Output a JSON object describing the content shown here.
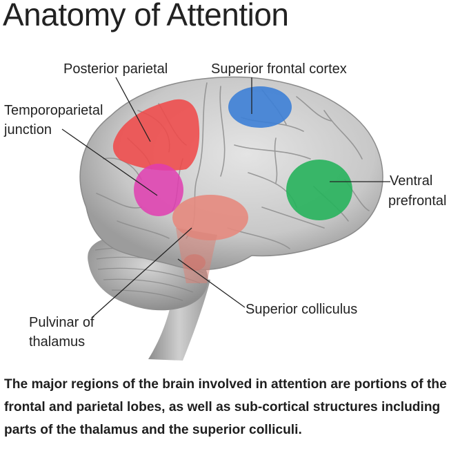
{
  "title": "Anatomy of Attention",
  "labels": {
    "posterior_parietal": "Posterior parietal",
    "superior_frontal_cortex": "Superior frontal cortex",
    "temporoparietal_line1": "Temporoparietal",
    "temporoparietal_line2": "junction",
    "ventral_line1": "Ventral",
    "ventral_line2": "prefrontal",
    "superior_colliculus": "Superior colliculus",
    "pulvinar_line1": "Pulvinar of",
    "pulvinar_line2": "thalamus"
  },
  "region_colors": {
    "posterior_parietal": "#ef4a4a",
    "superior_frontal_cortex": "#3d7fd6",
    "temporoparietal_junction": "#e03db0",
    "ventral_prefrontal": "#27b35c",
    "thalamus": "#e58a7e"
  },
  "caption": "The major regions of the brain involved in attention are portions of the frontal and parietal lobes, as well as sub-cortical structures including parts of the thalamus and the superior colliculi."
}
